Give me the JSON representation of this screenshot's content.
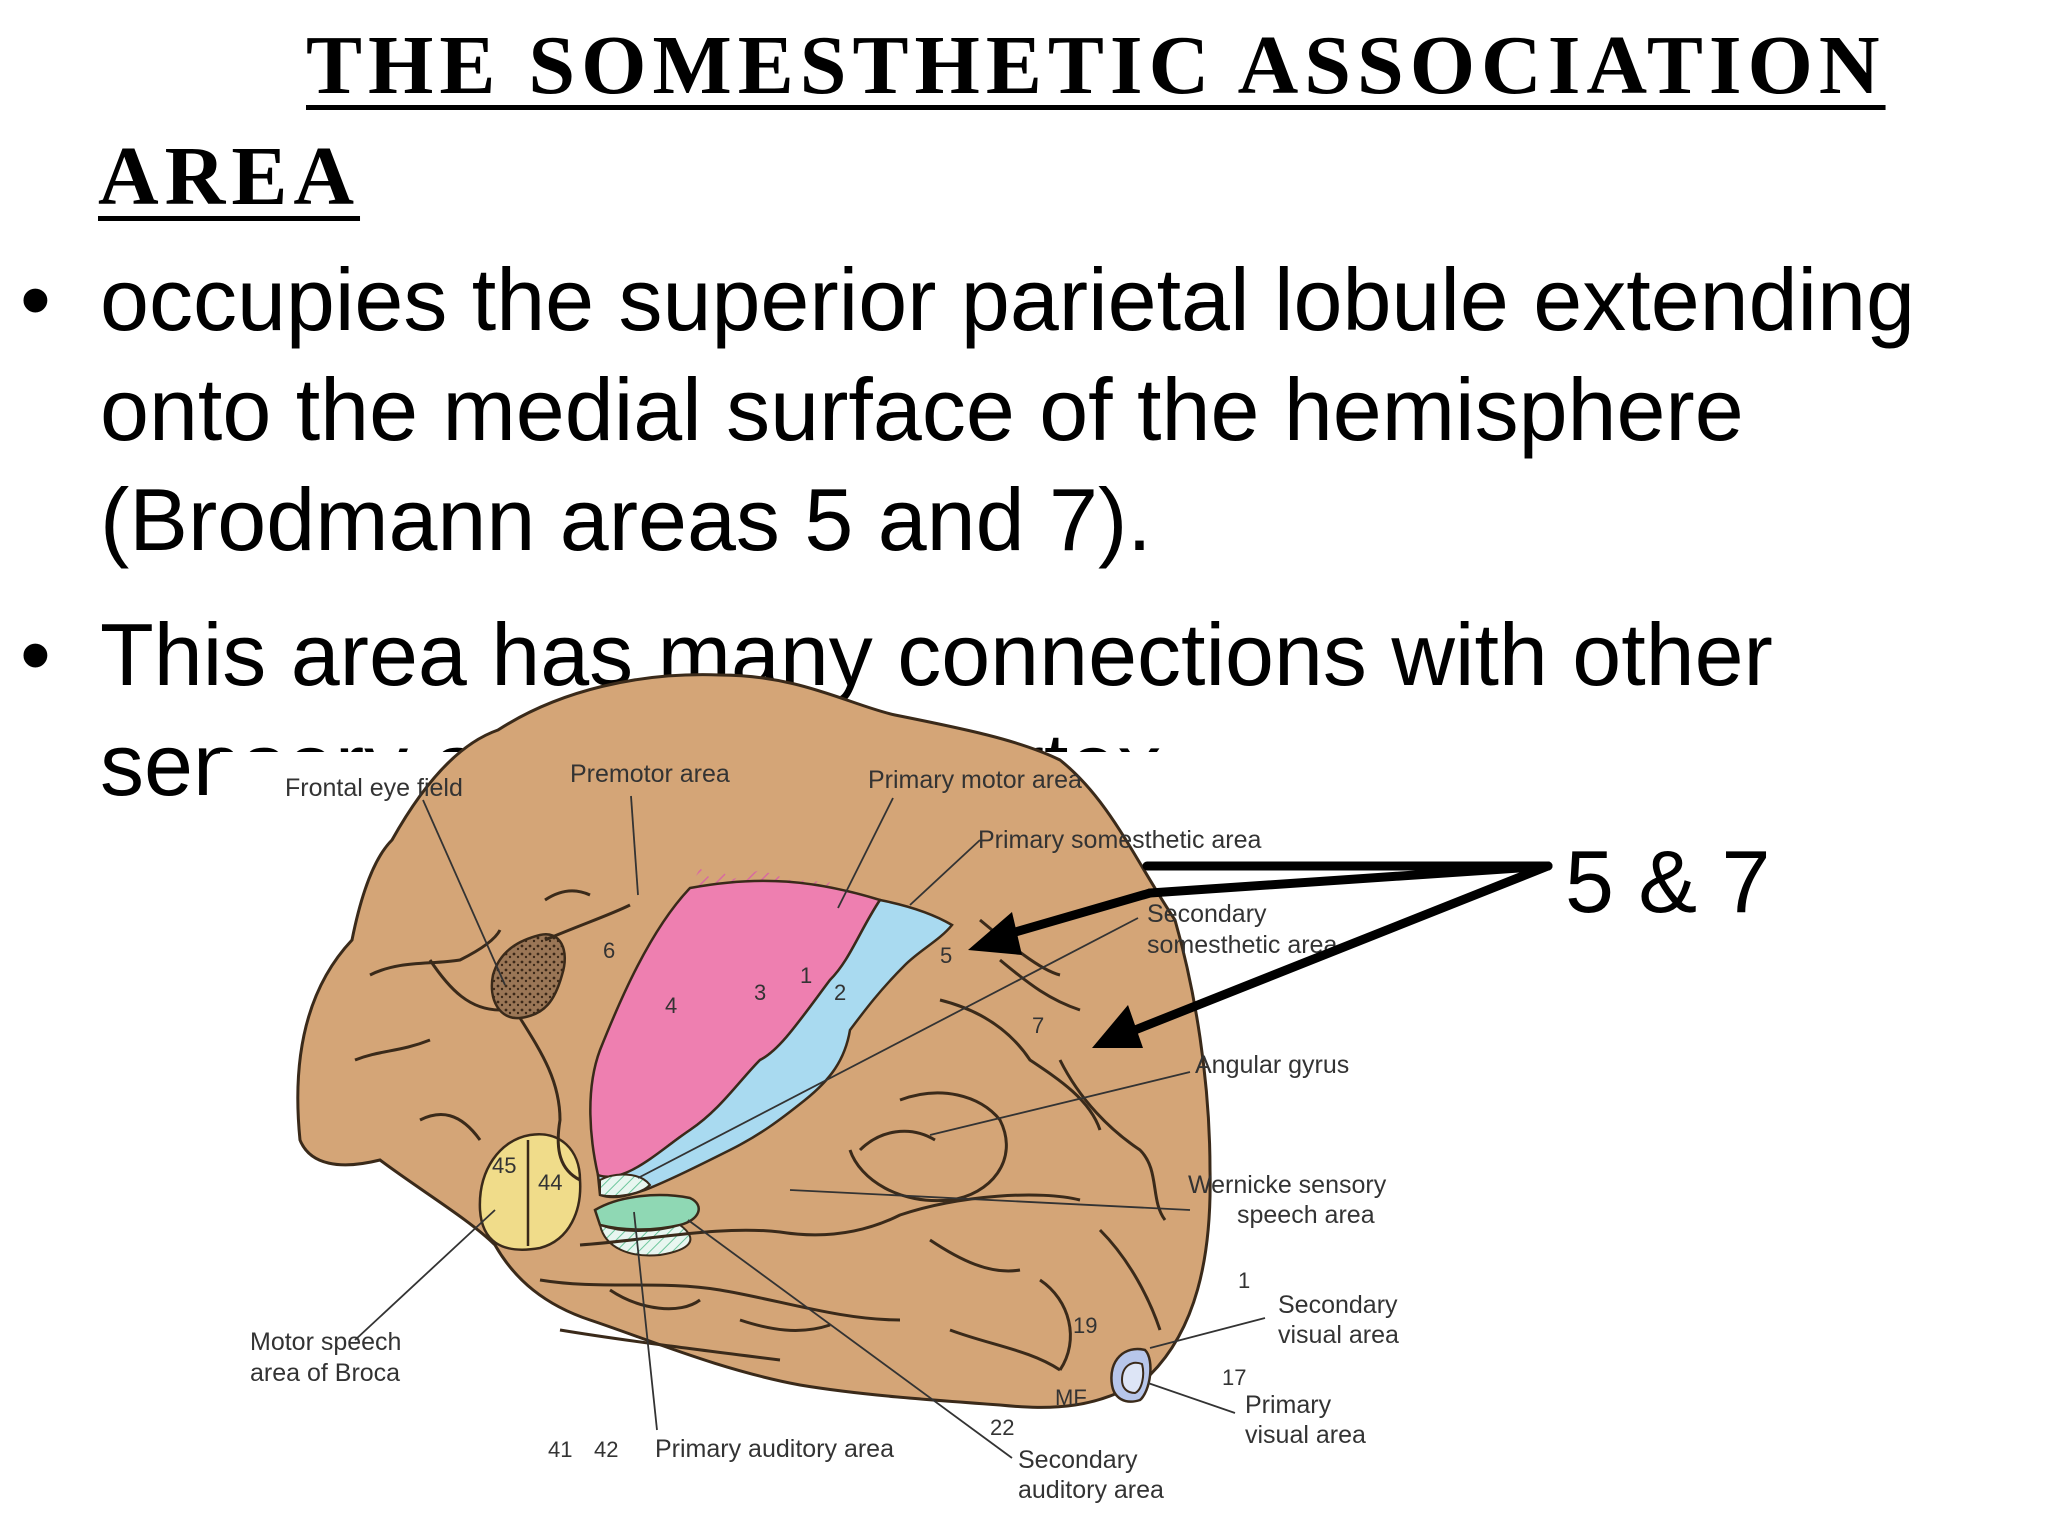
{
  "slide": {
    "title_line1": "THE SOMESTHETIC ASSOCIATION",
    "title_line2": "AREA",
    "bullet_symbol": "•",
    "bullets": [
      "occupies the superior parietal lobule extending onto the medial surface of the hemisphere (Brodmann areas 5 and 7).",
      "This area has many connections with other sensory areas of the cortex."
    ]
  },
  "figure": {
    "labels": {
      "frontal_eye_field": "Frontal eye field",
      "premotor_area": "Premotor area",
      "primary_motor_area": "Primary motor area",
      "primary_somesthetic_area": "Primary somesthetic area",
      "secondary_somesthetic_1": "Secondary",
      "secondary_somesthetic_2": "somesthetic area",
      "angular_gyrus": "Angular gyrus",
      "wernicke_1": "Wernicke sensory",
      "wernicke_2": "speech area",
      "secondary_visual_1": "Secondary",
      "secondary_visual_2": "visual area",
      "primary_visual_1": "Primary",
      "primary_visual_2": "visual area",
      "motor_speech_1": "Motor speech",
      "motor_speech_2": "area of Broca",
      "primary_auditory": "Primary auditory area",
      "secondary_auditory_1": "Secondary",
      "secondary_auditory_2": "auditory area",
      "callout": "5 & 7"
    },
    "area_numbers": {
      "a6": "6",
      "a4": "4",
      "a3": "3",
      "a1": "1",
      "a2": "2",
      "a5": "5",
      "a7": "7",
      "a45": "45",
      "a44": "44",
      "a19": "19",
      "a17": "17",
      "a18": "1",
      "a22": "22",
      "a41": "41",
      "a42": "42",
      "mf": "MF"
    },
    "colors": {
      "brain": "#d4a577",
      "outline": "#3a2a1a",
      "motor": "#ee7fb0",
      "somesthetic": "#a9daf0",
      "broca": "#f0dc8a",
      "visual": "#b7c6ea",
      "auditory": "#8fd8b4",
      "frontal_eye": "#8a6a4e"
    }
  }
}
